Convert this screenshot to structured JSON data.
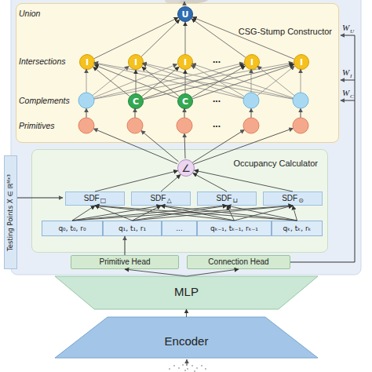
{
  "diagram": {
    "nodes": [
      {
        "text": [
          "CSG-Stump Constructor"
        ]
      },
      {
        "text": [
          "U"
        ],
        "in": 0
      },
      {
        "text": [
          "I"
        ],
        "in": 0
      },
      {
        "text": [
          "I"
        ],
        "in": 0
      },
      {
        "text": [
          "I"
        ],
        "in": 0
      },
      {
        "text": [
          "I"
        ],
        "in": 0
      },
      {
        "text": [
          "I"
        ],
        "in": 0
      },
      {
        "text": [
          "C"
        ],
        "in": 0
      },
      {
        "text": [
          "C"
        ],
        "in": 0
      },
      {
        "text": [
          "Testing Points X ∈ ℝᴹˣ³"
        ]
      },
      {
        "text": [
          "Occupancy Calculator"
        ]
      },
      {
        "text": [
          "∠"
        ],
        "in": 10
      },
      {
        "text": [
          "SDF",
          "□"
        ],
        "in": 10
      },
      {
        "text": [
          "SDF",
          "△"
        ],
        "in": 10
      },
      {
        "text": [
          "SDF",
          "⊔"
        ],
        "in": 10
      },
      {
        "text": [
          "SDF",
          "⊙"
        ],
        "in": 10
      },
      {
        "text": [
          "q₀, t₀, r₀"
        ],
        "in": 10
      },
      {
        "text": [
          "q₁, t₁, r₁"
        ],
        "in": 10
      },
      {
        "text": [
          "..."
        ],
        "in": 10
      },
      {
        "text": [
          "qₖ₋₁, tₖ₋₁, rₖ₋₁"
        ],
        "in": 10
      },
      {
        "text": [
          "qₖ, tₖ, rₖ"
        ],
        "in": 10
      },
      {
        "text": [
          "Primitive Head"
        ]
      },
      {
        "text": [
          "Connection Head"
        ]
      },
      {
        "text": [
          "MLP"
        ]
      },
      {
        "text": [
          "Encoder"
        ]
      }
    ],
    "edges": [
      {
        "from": 2,
        "to": 1,
        "arrow": "to"
      },
      {
        "from": 3,
        "to": 1,
        "arrow": "to"
      },
      {
        "from": 4,
        "to": 1,
        "arrow": "to"
      },
      {
        "from": 5,
        "to": 1,
        "arrow": "to"
      },
      {
        "from": 6,
        "to": 1,
        "arrow": "to"
      },
      {
        "from": 7,
        "to": 2,
        "arrow": "to"
      },
      {
        "from": 7,
        "to": 3,
        "arrow": "to"
      },
      {
        "from": 7,
        "to": 4,
        "arrow": "to"
      },
      {
        "from": 7,
        "to": 5,
        "arrow": "to"
      },
      {
        "from": 7,
        "to": 6,
        "arrow": "to"
      },
      {
        "from": 8,
        "to": 2,
        "arrow": "to"
      },
      {
        "from": 8,
        "to": 3,
        "arrow": "to"
      },
      {
        "from": 8,
        "to": 4,
        "arrow": "to"
      },
      {
        "from": 8,
        "to": 5,
        "arrow": "to"
      },
      {
        "from": 8,
        "to": 6,
        "arrow": "to"
      },
      {
        "from": 16,
        "to": 12,
        "arrow": "to"
      },
      {
        "from": 16,
        "to": 13,
        "arrow": "to"
      },
      {
        "from": 16,
        "to": 14,
        "arrow": "to"
      },
      {
        "from": 16,
        "to": 15,
        "arrow": "to"
      },
      {
        "from": 17,
        "to": 12,
        "arrow": "to"
      },
      {
        "from": 17,
        "to": 13,
        "arrow": "to"
      },
      {
        "from": 17,
        "to": 14,
        "arrow": "to"
      },
      {
        "from": 17,
        "to": 15,
        "arrow": "to"
      },
      {
        "from": 19,
        "to": 12,
        "arrow": "to"
      },
      {
        "from": 19,
        "to": 13,
        "arrow": "to"
      },
      {
        "from": 19,
        "to": 14,
        "arrow": "to"
      },
      {
        "from": 19,
        "to": 15,
        "arrow": "to"
      },
      {
        "from": 20,
        "to": 12,
        "arrow": "to"
      },
      {
        "from": 20,
        "to": 13,
        "arrow": "to"
      },
      {
        "from": 20,
        "to": 14,
        "arrow": "to"
      },
      {
        "from": 20,
        "to": 15,
        "arrow": "to"
      },
      {
        "from": 12,
        "to": 11,
        "arrow": "to"
      },
      {
        "from": 13,
        "to": 11,
        "arrow": "to"
      },
      {
        "from": 14,
        "to": 11,
        "arrow": "to"
      },
      {
        "from": 15,
        "to": 11,
        "arrow": "to"
      },
      {
        "from": 24,
        "to": 23,
        "arrow": "to"
      },
      {
        "from": 23,
        "to": 21,
        "arrow": "to"
      },
      {
        "from": 23,
        "to": 22,
        "arrow": "to"
      }
    ],
    "labels": [
      "Union",
      "Intersections",
      "Complements",
      "Primitives",
      "...",
      "...",
      "...",
      "W",
      "U",
      "W",
      "I",
      "W",
      "C"
    ]
  }
}
